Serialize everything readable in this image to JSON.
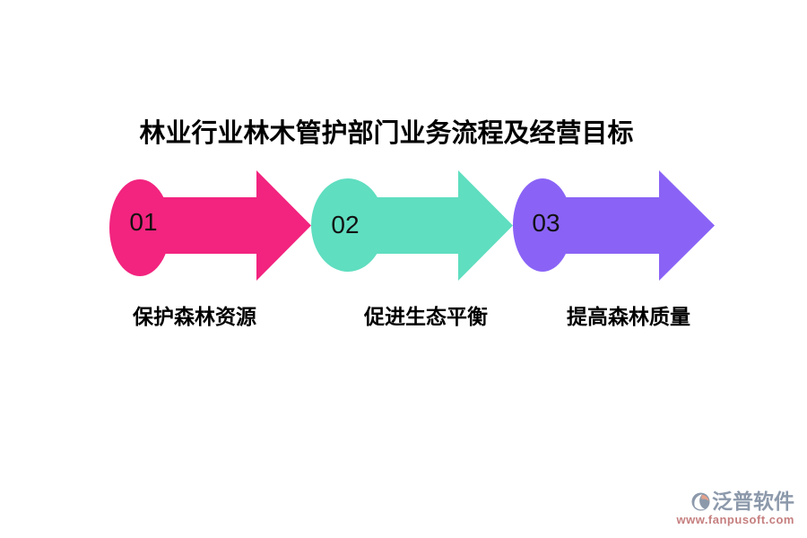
{
  "background": "#FFFFFF",
  "title": {
    "text": "林业行业林木管护部门业务流程及经营目标",
    "color": "#000000"
  },
  "label_color": "#000000",
  "step_number_color": "#111111",
  "steps": [
    {
      "number": "01",
      "label": "保护森林资源",
      "color": "#F2247F"
    },
    {
      "number": "02",
      "label": "促进生态平衡",
      "color": "#5FDEC0"
    },
    {
      "number": "03",
      "label": "提高森林质量",
      "color": "#8A63F6"
    }
  ],
  "watermark": {
    "brand": "泛普软件",
    "url": "www.fanpusoft.com",
    "brand_color": "#8C99AB",
    "url_color": "#C67F7F",
    "icon_accent_color": "#E5A28B"
  }
}
